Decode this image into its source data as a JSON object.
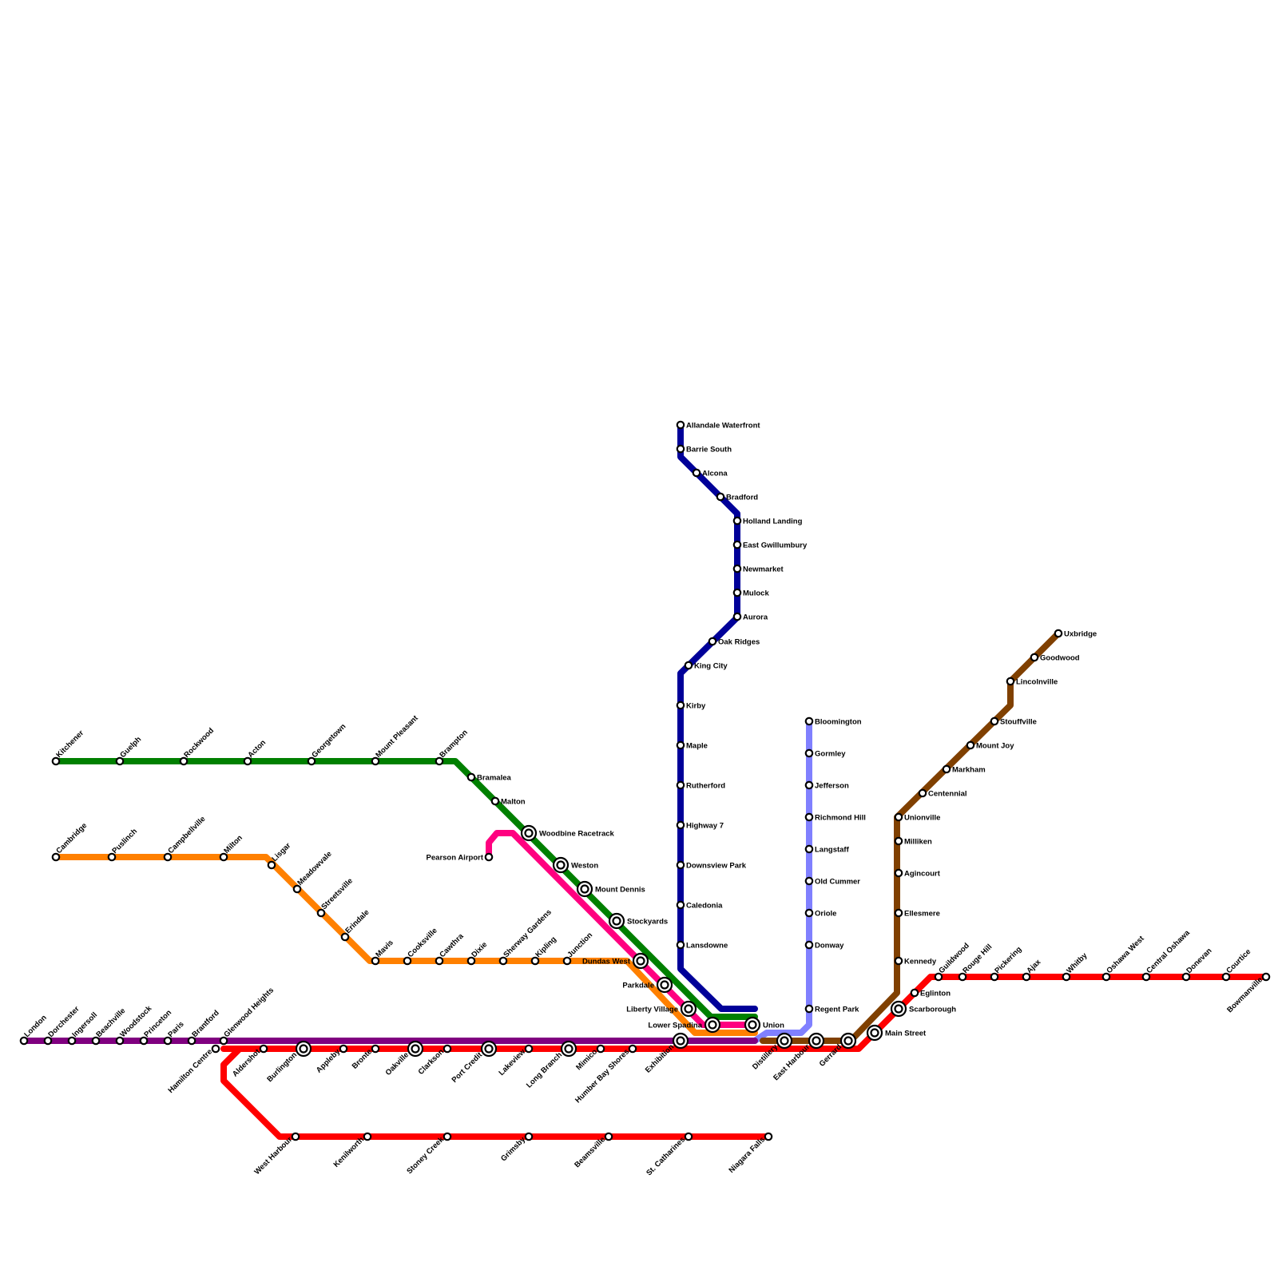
{
  "colors": {
    "green": "#008000",
    "orange": "#ff8000",
    "magenta": "#ff0080",
    "navy": "#000099",
    "lavender": "#8080ff",
    "brown": "#804000",
    "red": "#ff0000",
    "purple": "#800080"
  },
  "lines": [
    {
      "color": "green",
      "icon": "green-line"
    },
    {
      "color": "orange",
      "icon": "orange-line"
    },
    {
      "color": "magenta",
      "icon": "magenta-line"
    },
    {
      "color": "navy",
      "icon": "navy-line"
    },
    {
      "color": "lavender",
      "icon": "lavender-line"
    },
    {
      "color": "brown",
      "icon": "brown-line"
    },
    {
      "color": "red",
      "icon": "red-line"
    },
    {
      "color": "purple",
      "icon": "purple-line"
    }
  ],
  "stations": {
    "kitchener": "Kitchener",
    "guelph": "Guelph",
    "rockwood": "Rockwood",
    "acton": "Acton",
    "georgetown": "Georgetown",
    "mount_pleasant": "Mount Pleasant",
    "brampton": "Brampton",
    "bramalea": "Bramalea",
    "malton": "Malton",
    "woodbine": "Woodbine Racetrack",
    "weston": "Weston",
    "mount_dennis": "Mount Dennis",
    "stockyards": "Stockyards",
    "dundas_west": "Dundas West",
    "parkdale": "Parkdale",
    "liberty_village": "Liberty Village",
    "lower_spadina": "Lower Spadina",
    "union": "Union",
    "pearson": "Pearson Airport",
    "cambridge": "Cambridge",
    "puslinch": "Puslinch",
    "campbellville": "Campbellville",
    "milton": "Milton",
    "lisgar": "Lisgar",
    "meadowvale": "Meadowvale",
    "streetsville": "Streetsville",
    "erindale": "Erindale",
    "mavis": "Mavis",
    "cooksville": "Cooksville",
    "cawthra": "Cawthra",
    "dixie": "Dixie",
    "sherway": "Sherway Gardens",
    "kipling": "Kipling",
    "junction": "Junction",
    "allandale": "Allandale Waterfront",
    "barrie_south": "Barrie South",
    "alcona": "Alcona",
    "bradford": "Bradford",
    "holland_landing": "Holland Landing",
    "east_gwillimbury": "East Gwillumbury",
    "newmarket": "Newmarket",
    "mulock": "Mulock",
    "aurora": "Aurora",
    "oak_ridges": "Oak Ridges",
    "king_city": "King City",
    "kirby": "Kirby",
    "maple": "Maple",
    "rutherford": "Rutherford",
    "highway7": "Highway 7",
    "downsview": "Downsview Park",
    "caledonia": "Caledonia",
    "lansdowne": "Lansdowne",
    "bloomington": "Bloomington",
    "gormley": "Gormley",
    "jefferson": "Jefferson",
    "richmond_hill": "Richmond Hill",
    "langstaff": "Langstaff",
    "old_cummer": "Old Cummer",
    "oriole": "Oriole",
    "donway": "Donway",
    "regent_park": "Regent Park",
    "uxbridge": "Uxbridge",
    "goodwood": "Goodwood",
    "lincolnville": "Lincolnville",
    "stouffville": "Stouffville",
    "mount_joy": "Mount Joy",
    "markham": "Markham",
    "centennial": "Centennial",
    "unionville": "Unionville",
    "milliken": "Milliken",
    "agincourt": "Agincourt",
    "ellesmere": "Ellesmere",
    "kennedy": "Kennedy",
    "scarborough": "Scarborough",
    "main_street": "Main Street",
    "eglinton": "Eglinton",
    "guildwood": "Guildwood",
    "rouge_hill": "Rouge Hill",
    "pickering": "Pickering",
    "ajax": "Ajax",
    "whitby": "Whitby",
    "oshawa_west": "Oshawa West",
    "central_oshawa": "Central Oshawa",
    "donevan": "Donevan",
    "courtice": "Courtice",
    "bowmanville": "Bowmanville",
    "london": "London",
    "dorchester": "Dorchester",
    "ingersoll": "Ingersoll",
    "beachville": "Beachville",
    "woodstock": "Woodstock",
    "princeton": "Princeton",
    "paris": "Paris",
    "brantford": "Brantford",
    "glenwood_heights": "Glenwood Heights",
    "hamilton_centre": "Hamilton Centre",
    "aldershot": "Aldershot",
    "burlington": "Burlington",
    "appleby": "Appleby",
    "bronte": "Bronte",
    "oakville": "Oakville",
    "clarkson": "Clarkson",
    "port_credit": "Port Credit",
    "lakeview": "Lakeview",
    "long_branch": "Long Branch",
    "mimico": "Mimico",
    "humber_bay": "Humber Bay Shores",
    "exhibition": "Exhibition",
    "distillery": "Distillery",
    "east_harbour": "East Harbour",
    "gerrard": "Gerrard",
    "west_harbour": "West Harbour",
    "kenilworth": "Kenilworth",
    "stoney_creek": "Stoney Creek",
    "grimsby": "Grimsby",
    "beamsville": "Beamsville",
    "st_catharines": "St. Catharines",
    "niagara_falls": "Niagara Falls"
  }
}
